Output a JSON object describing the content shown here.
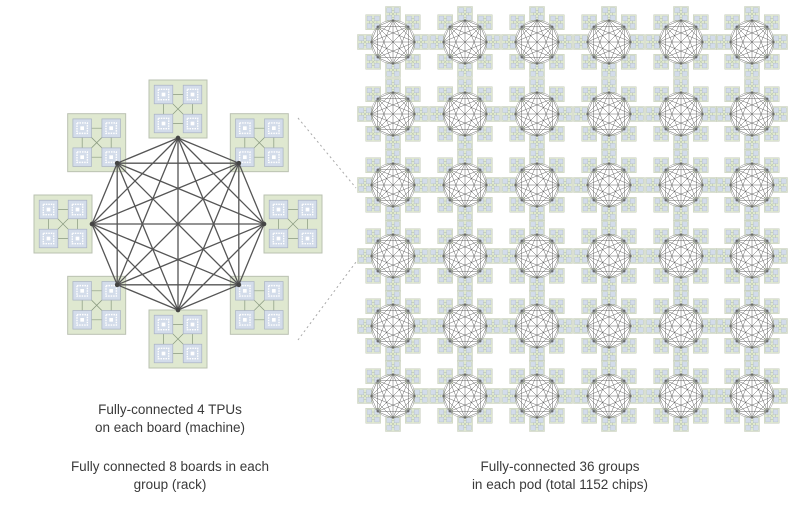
{
  "captions": {
    "board": [
      "Fully-connected 4 TPUs",
      "on each board (machine)"
    ],
    "rack": [
      "Fully connected 8 boards in each",
      "group (rack)"
    ],
    "pod": [
      "Fully-connected 36 groups",
      "in each pod (total 1152 chips)"
    ]
  },
  "diagram": {
    "boards_per_group": 8,
    "chips_per_board": 4,
    "grid_rows": 6,
    "grid_cols": 6,
    "colors": {
      "board": "#dfe8d0",
      "board_border": "#b9c0b0",
      "chip": "#d3dcea",
      "link": "#555555",
      "dotted": "#aaaaaa"
    }
  }
}
